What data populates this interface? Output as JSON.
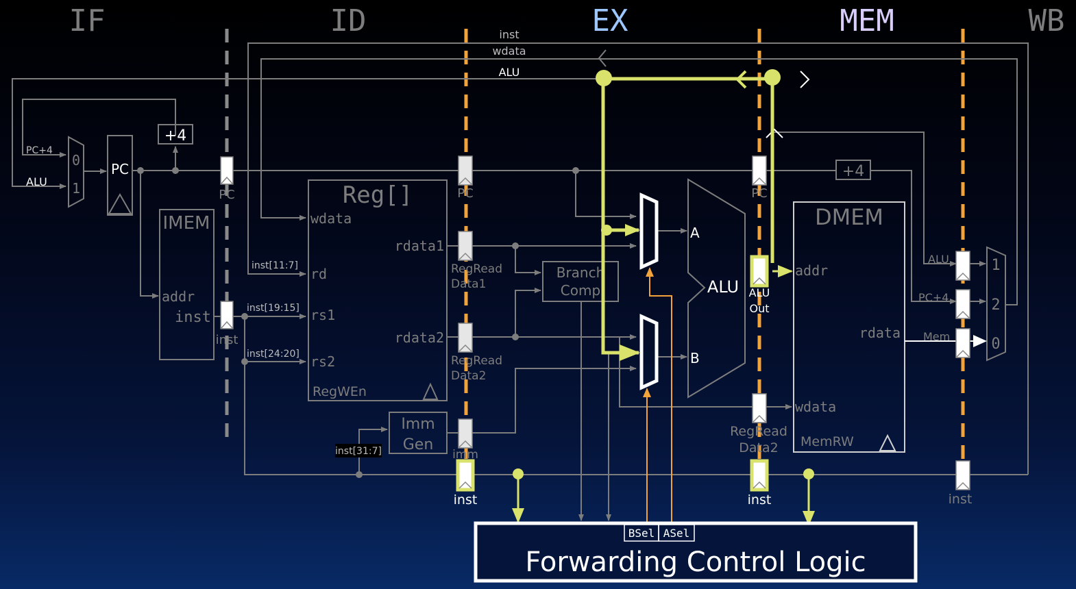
{
  "stages": [
    "IF",
    "ID",
    "EX",
    "MEM",
    "WB"
  ],
  "colors": {
    "dim": "#7d7d7d",
    "forward": "#d9e26a",
    "control": "#f2a33a",
    "pipeline_divider": "#f2a33a",
    "ex_label": "#9cc8ff",
    "mem_label": "#d9cdfb"
  },
  "blocks": {
    "pc": "PC",
    "imem": {
      "title": "IMEM",
      "addr": "addr",
      "inst": "inst"
    },
    "reg": {
      "title": "Reg[]",
      "wdata": "wdata",
      "rd": "rd",
      "rs1": "rs1",
      "rs2": "rs2",
      "rdata1": "rdata1",
      "rdata2": "rdata2",
      "regwen": "RegWEn"
    },
    "imm": {
      "line1": "Imm",
      "line2": "Gen"
    },
    "branch": {
      "line1": "Branch",
      "line2": "Comp"
    },
    "alu": {
      "title": "ALU",
      "a": "A",
      "b": "B"
    },
    "dmem": {
      "title": "DMEM",
      "addr": "addr",
      "rdata": "rdata",
      "wdata": "wdata",
      "memrw": "MemRW"
    },
    "plus4_if": "+4",
    "plus4_mem": "+4",
    "fwd": {
      "title": "Forwarding Control Logic",
      "bsel": "BSel",
      "asel": "ASel"
    }
  },
  "mux_inputs": {
    "pc_mux": [
      "0",
      "1"
    ],
    "wb_mux": [
      "1",
      "2",
      "0"
    ]
  },
  "wires": {
    "pc_plus4": "PC+4",
    "alu_in": "ALU",
    "inst_top": "inst",
    "wdata_top": "wdata",
    "alu_top": "ALU",
    "inst_rd": "inst[11:7]",
    "inst_rs1": "inst[19:15]",
    "inst_rs2": "inst[24:20]",
    "inst_imm": "inst[31:7]",
    "wb_alu": "ALU",
    "wb_pc4": "PC+4",
    "wb_mem": "Mem"
  },
  "regs": {
    "pc1": "PC",
    "inst1": "inst",
    "pc2": "PC",
    "rd1_l1": "RegRead",
    "rd1_l2": "Data1",
    "rd2_l1": "RegRead",
    "rd2_l2": "Data2",
    "imm2": "imm",
    "inst2": "inst",
    "pc3": "PC",
    "aluout_l1": "ALU",
    "aluout_l2": "Out",
    "rd2b_l1": "RegRead",
    "rd2b_l2": "Data2",
    "inst3": "inst",
    "inst4": "inst"
  }
}
